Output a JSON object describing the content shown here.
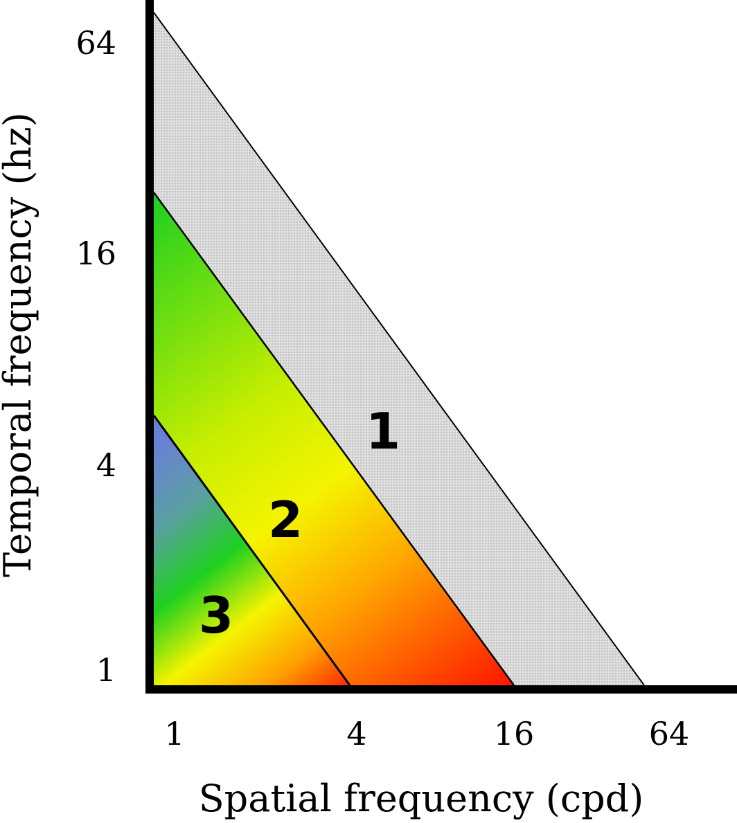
{
  "chart_data": {
    "type": "area",
    "xlabel": "Spatial frequency (cpd)",
    "ylabel": "Temporal frequency (hz)",
    "x_scale": "log2",
    "y_scale": "log2",
    "x_ticks": [
      "1",
      "4",
      "16",
      "64"
    ],
    "y_ticks": [
      "64",
      "16",
      "4",
      "1"
    ],
    "regions": [
      {
        "label": "1",
        "fill": "#d8d8d8"
      },
      {
        "label": "2",
        "fill": "gradient green-yellow-orange-red"
      },
      {
        "label": "3",
        "fill": "gradient blue-green-yellow-red"
      }
    ],
    "colors": {
      "region1": "#d6d6d6",
      "blue": "#6a7fd8",
      "green": "#1fd01f",
      "yellow": "#f4f400",
      "orange": "#ffa000",
      "red": "#ff1a00",
      "axis": "#000000"
    }
  }
}
